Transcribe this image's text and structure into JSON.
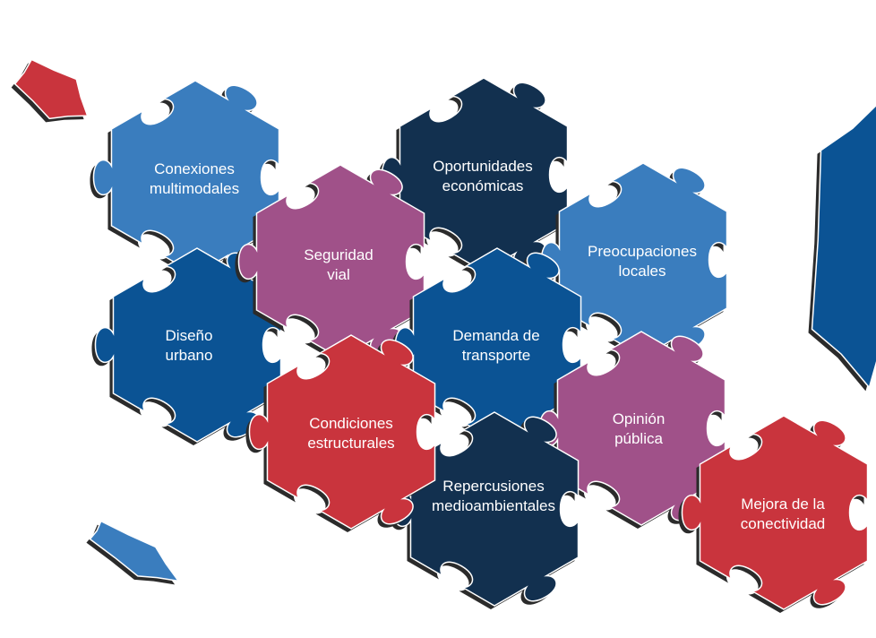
{
  "colors": {
    "light_blue": "#3a7dbe",
    "mid_blue": "#0b5394",
    "navy": "#12304f",
    "purple": "#a05189",
    "red": "#c9343d",
    "shadow": "#2b2b2b",
    "text": "#ffffff"
  },
  "pieces": [
    {
      "id": "conexiones",
      "color": "light_blue",
      "lines": [
        "Conexiones",
        "multimodales"
      ]
    },
    {
      "id": "oportunidades",
      "color": "navy",
      "lines": [
        "Oportunidades",
        "económicas"
      ]
    },
    {
      "id": "seguridad",
      "color": "purple",
      "lines": [
        "Seguridad",
        "vial"
      ]
    },
    {
      "id": "preocupaciones",
      "color": "light_blue",
      "lines": [
        "Preocupaciones",
        "locales"
      ]
    },
    {
      "id": "diseno",
      "color": "mid_blue",
      "lines": [
        "Diseño",
        "urbano"
      ]
    },
    {
      "id": "demanda",
      "color": "mid_blue",
      "lines": [
        "Demanda de",
        "transporte"
      ]
    },
    {
      "id": "condiciones",
      "color": "red",
      "lines": [
        "Condiciones",
        "estructurales"
      ]
    },
    {
      "id": "opinion",
      "color": "purple",
      "lines": [
        "Opinión",
        "pública"
      ]
    },
    {
      "id": "repercusiones",
      "color": "navy",
      "lines": [
        "Repercusiones",
        "medioambientales"
      ]
    },
    {
      "id": "mejora",
      "color": "red",
      "lines": [
        "Mejora de la",
        "conectividad"
      ]
    }
  ],
  "loose_pieces": [
    {
      "id": "loose-red-top-left",
      "color": "red"
    },
    {
      "id": "loose-blue-bottom-left",
      "color": "light_blue"
    },
    {
      "id": "loose-blue-right-edge",
      "color": "mid_blue"
    }
  ]
}
